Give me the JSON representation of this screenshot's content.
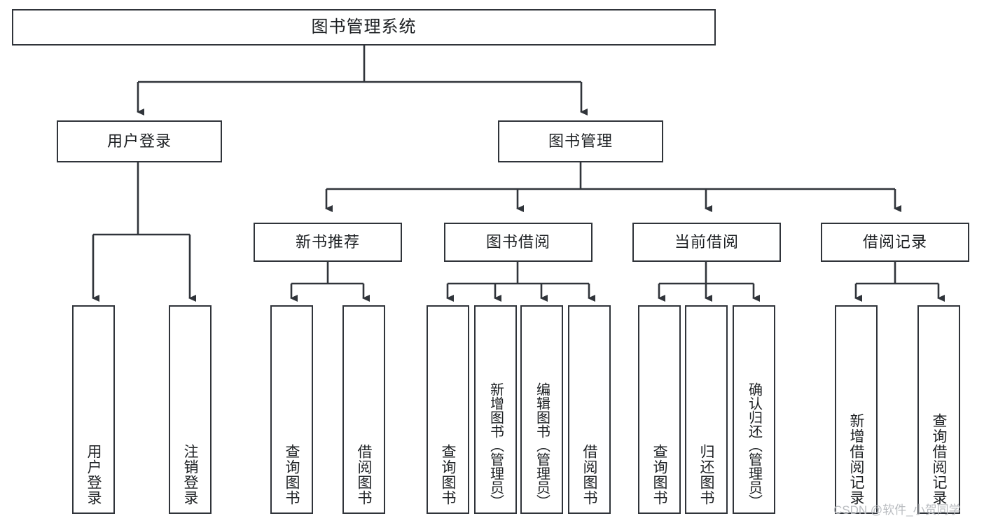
{
  "diagram": {
    "title": "图书管理系统",
    "type": "hierarchy-tree",
    "watermark": "CSDN @软件_小贺同学",
    "colors": {
      "stroke": "#30343a",
      "box_fill": "#ffffff",
      "text": "#1d2023",
      "background": "#ffffff",
      "watermark": "#b9bcc0"
    },
    "nodes": {
      "root": {
        "label": "图书管理系统"
      },
      "level2": [
        {
          "id": "user-login",
          "label": "用户登录"
        },
        {
          "id": "book-manage",
          "label": "图书管理"
        }
      ],
      "level3": [
        {
          "id": "new-book-recommend",
          "label": "新书推荐"
        },
        {
          "id": "book-borrow",
          "label": "图书借阅"
        },
        {
          "id": "current-borrow",
          "label": "当前借阅"
        },
        {
          "id": "borrow-record",
          "label": "借阅记录"
        }
      ],
      "leaves": {
        "user_login": [
          {
            "id": "leaf-user-login",
            "label": "用户登录"
          },
          {
            "id": "leaf-logout-login",
            "label": "注销登录"
          }
        ],
        "new_book_recommend": [
          {
            "id": "leaf-query-book-1",
            "label": "查询图书"
          },
          {
            "id": "leaf-borrow-book-1",
            "label": "借阅图书"
          }
        ],
        "book_borrow": [
          {
            "id": "leaf-query-book-2",
            "label": "查询图书"
          },
          {
            "id": "leaf-add-book",
            "label": "新增图书（管理员）"
          },
          {
            "id": "leaf-edit-book",
            "label": "编辑图书（管理员）"
          },
          {
            "id": "leaf-borrow-book-2",
            "label": "借阅图书"
          }
        ],
        "current_borrow": [
          {
            "id": "leaf-query-book-3",
            "label": "查询图书"
          },
          {
            "id": "leaf-return-book",
            "label": "归还图书"
          },
          {
            "id": "leaf-confirm-return",
            "label": "确认归还（管理员）"
          }
        ],
        "borrow_record": [
          {
            "id": "leaf-add-record",
            "label": "新增借阅记录"
          },
          {
            "id": "leaf-query-record",
            "label": "查询借阅记录"
          }
        ]
      }
    }
  }
}
